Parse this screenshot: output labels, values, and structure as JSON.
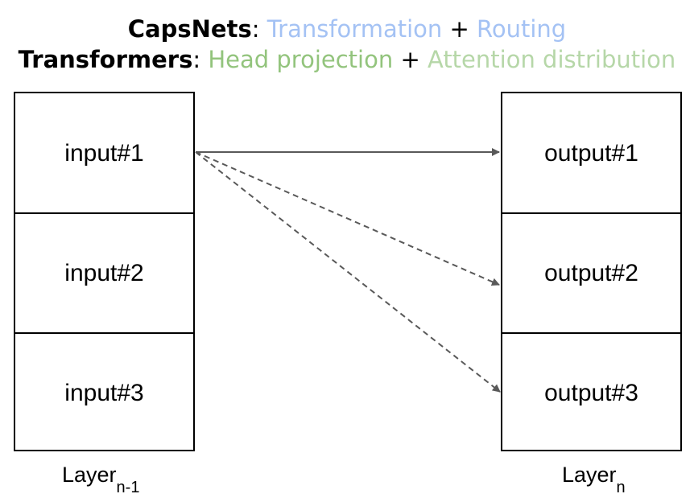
{
  "header": {
    "line1": {
      "name": "CapsNets",
      "separator": ":",
      "part1": "Transformation",
      "plus": "+",
      "part2": "Routing"
    },
    "line2": {
      "name": "Transformers",
      "separator": ":",
      "part1": "Head projection",
      "plus": "+",
      "part2": "Attention distribution"
    }
  },
  "inputs": [
    "input#1",
    "input#2",
    "input#3"
  ],
  "outputs": [
    "output#1",
    "output#2",
    "output#3"
  ],
  "labels": {
    "left": {
      "base": "Layer",
      "sub": "n-1"
    },
    "right": {
      "base": "Layer",
      "sub": "n"
    }
  },
  "connections": [
    {
      "from": "input#1",
      "to": "output#1",
      "style": "solid"
    },
    {
      "from": "input#1",
      "to": "output#2",
      "style": "dashed"
    },
    {
      "from": "input#1",
      "to": "output#3",
      "style": "dashed"
    }
  ],
  "colors": {
    "capsnets_part1": "#a4c2f4",
    "capsnets_part2": "#a4c2f4",
    "transformers_part1": "#93c47d",
    "transformers_part2": "#b6d7a8",
    "arrow": "#595959"
  }
}
